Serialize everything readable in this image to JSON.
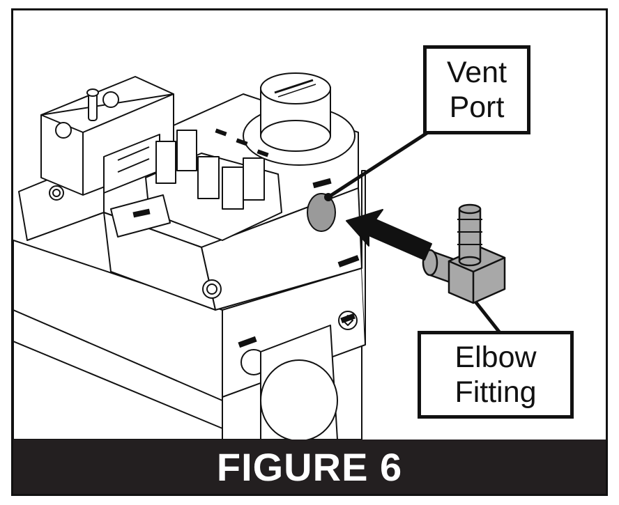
{
  "callouts": {
    "vent_port": "Vent\nPort",
    "elbow_fitting": "Elbow\nFitting"
  },
  "caption": "FIGURE 6",
  "colors": {
    "frame": "#111111",
    "caption_bg": "#231f20",
    "caption_text": "#ffffff",
    "port_fill": "#9a9a9a",
    "fitting_fill": "#a8a8a8"
  }
}
